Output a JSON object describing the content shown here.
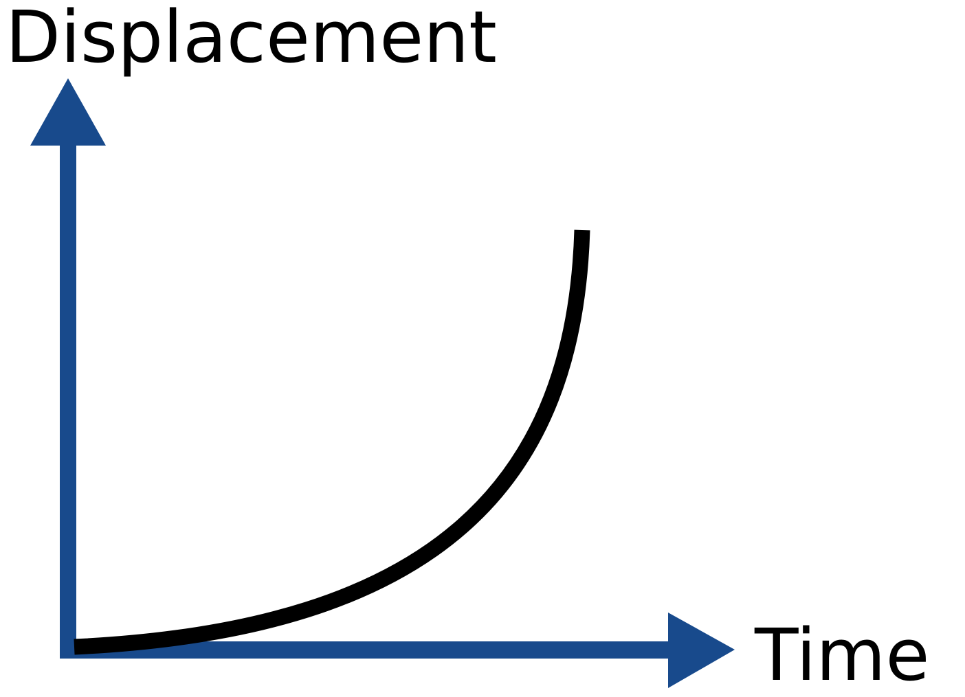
{
  "chart_data": {
    "type": "line",
    "title": "",
    "xlabel": "Time",
    "ylabel": "Displacement",
    "axis_color": "#184a8c",
    "line_color": "#000000",
    "grid": false,
    "ticks": false,
    "curve_shape": "increasing, concave up (displacement grows faster and faster with time)"
  }
}
